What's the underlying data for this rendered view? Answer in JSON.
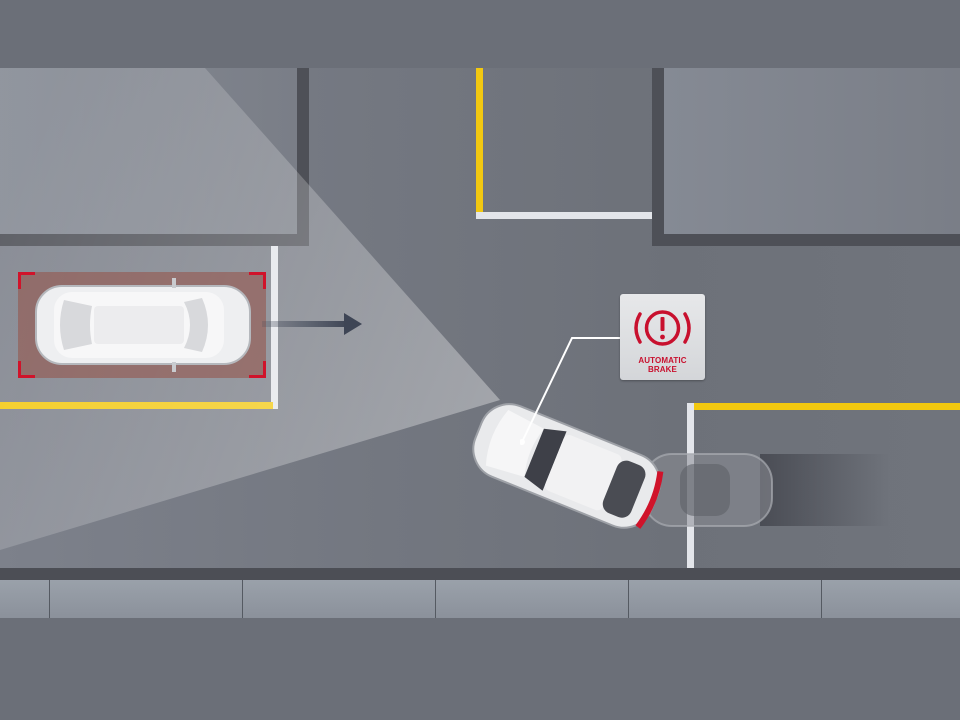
{
  "scene": {
    "title": "Automatic brake warning illustration",
    "description": "Top-down parking lot view: car reversing out of a parking space detects a crossing vehicle and applies automatic braking"
  },
  "alert": {
    "icon": "brake-warning-icon",
    "line1": "AUTOMATIC",
    "line2": "BRAKE",
    "color": "#c8102e"
  },
  "colors": {
    "road": "#737780",
    "block": "#80858f",
    "curb": "#4c4e55",
    "sidewalk": "#939aa3",
    "yellow_line": "#f2c810",
    "white_line": "#e3e5ea",
    "detection_box": "#a05046",
    "detection_corners": "#d0132a",
    "arrow": "#3e4555"
  },
  "elements": {
    "crossing_vehicle": "white sedan moving right",
    "reversing_vehicle": "white hatchback angled, reversing with brake lights",
    "motion_arrow": "right-pointing arrow"
  }
}
